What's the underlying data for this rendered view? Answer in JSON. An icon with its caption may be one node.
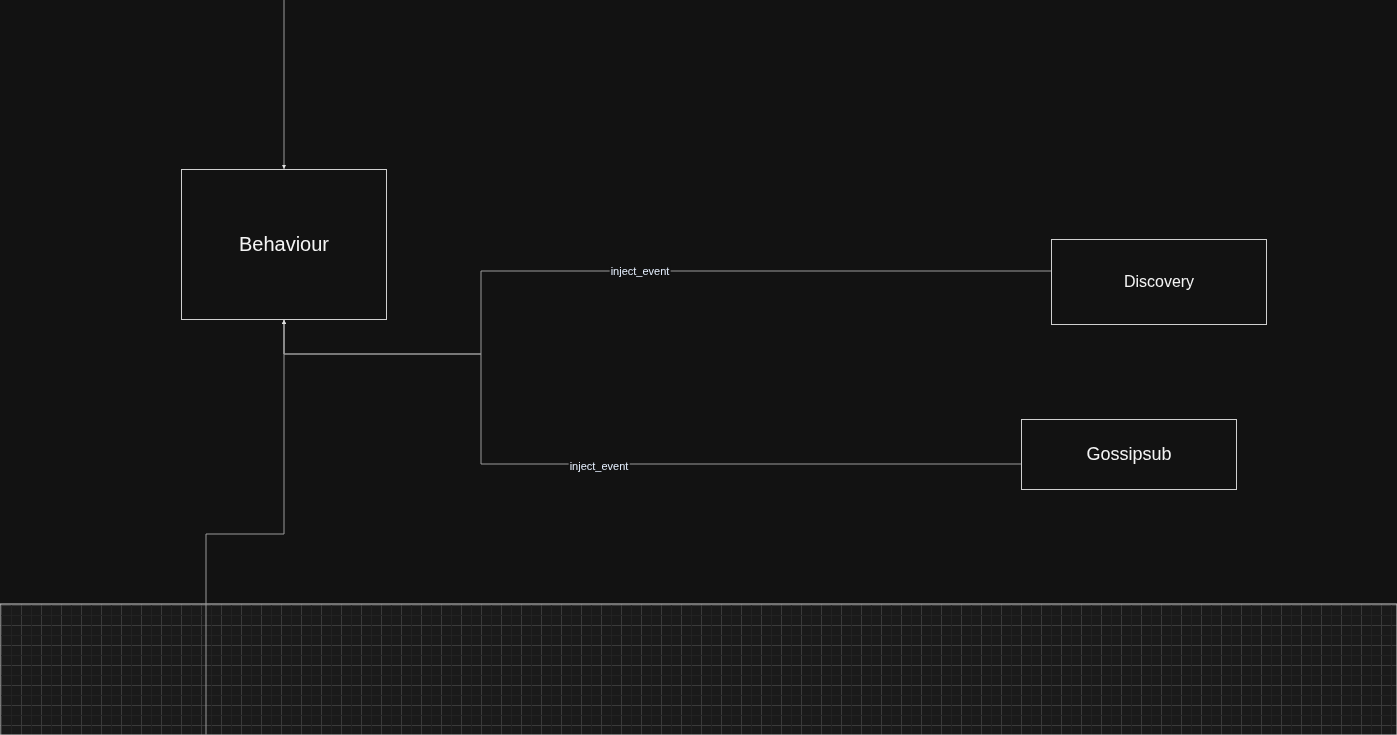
{
  "diagram": {
    "nodes": [
      {
        "text": [
          "Behaviour"
        ]
      },
      {
        "text": [
          "Discovery"
        ]
      },
      {
        "text": [
          "Gossipsub"
        ]
      }
    ],
    "edges": [
      {
        "from": null,
        "to": 0,
        "arrow": "to"
      },
      {
        "from": 1,
        "to": 0,
        "arrow": "to",
        "label": "inject_event"
      },
      {
        "from": 2,
        "to": 0,
        "arrow": "to",
        "label": "inject_event"
      },
      {
        "from": null,
        "to": 0,
        "arrow": "to"
      }
    ]
  }
}
